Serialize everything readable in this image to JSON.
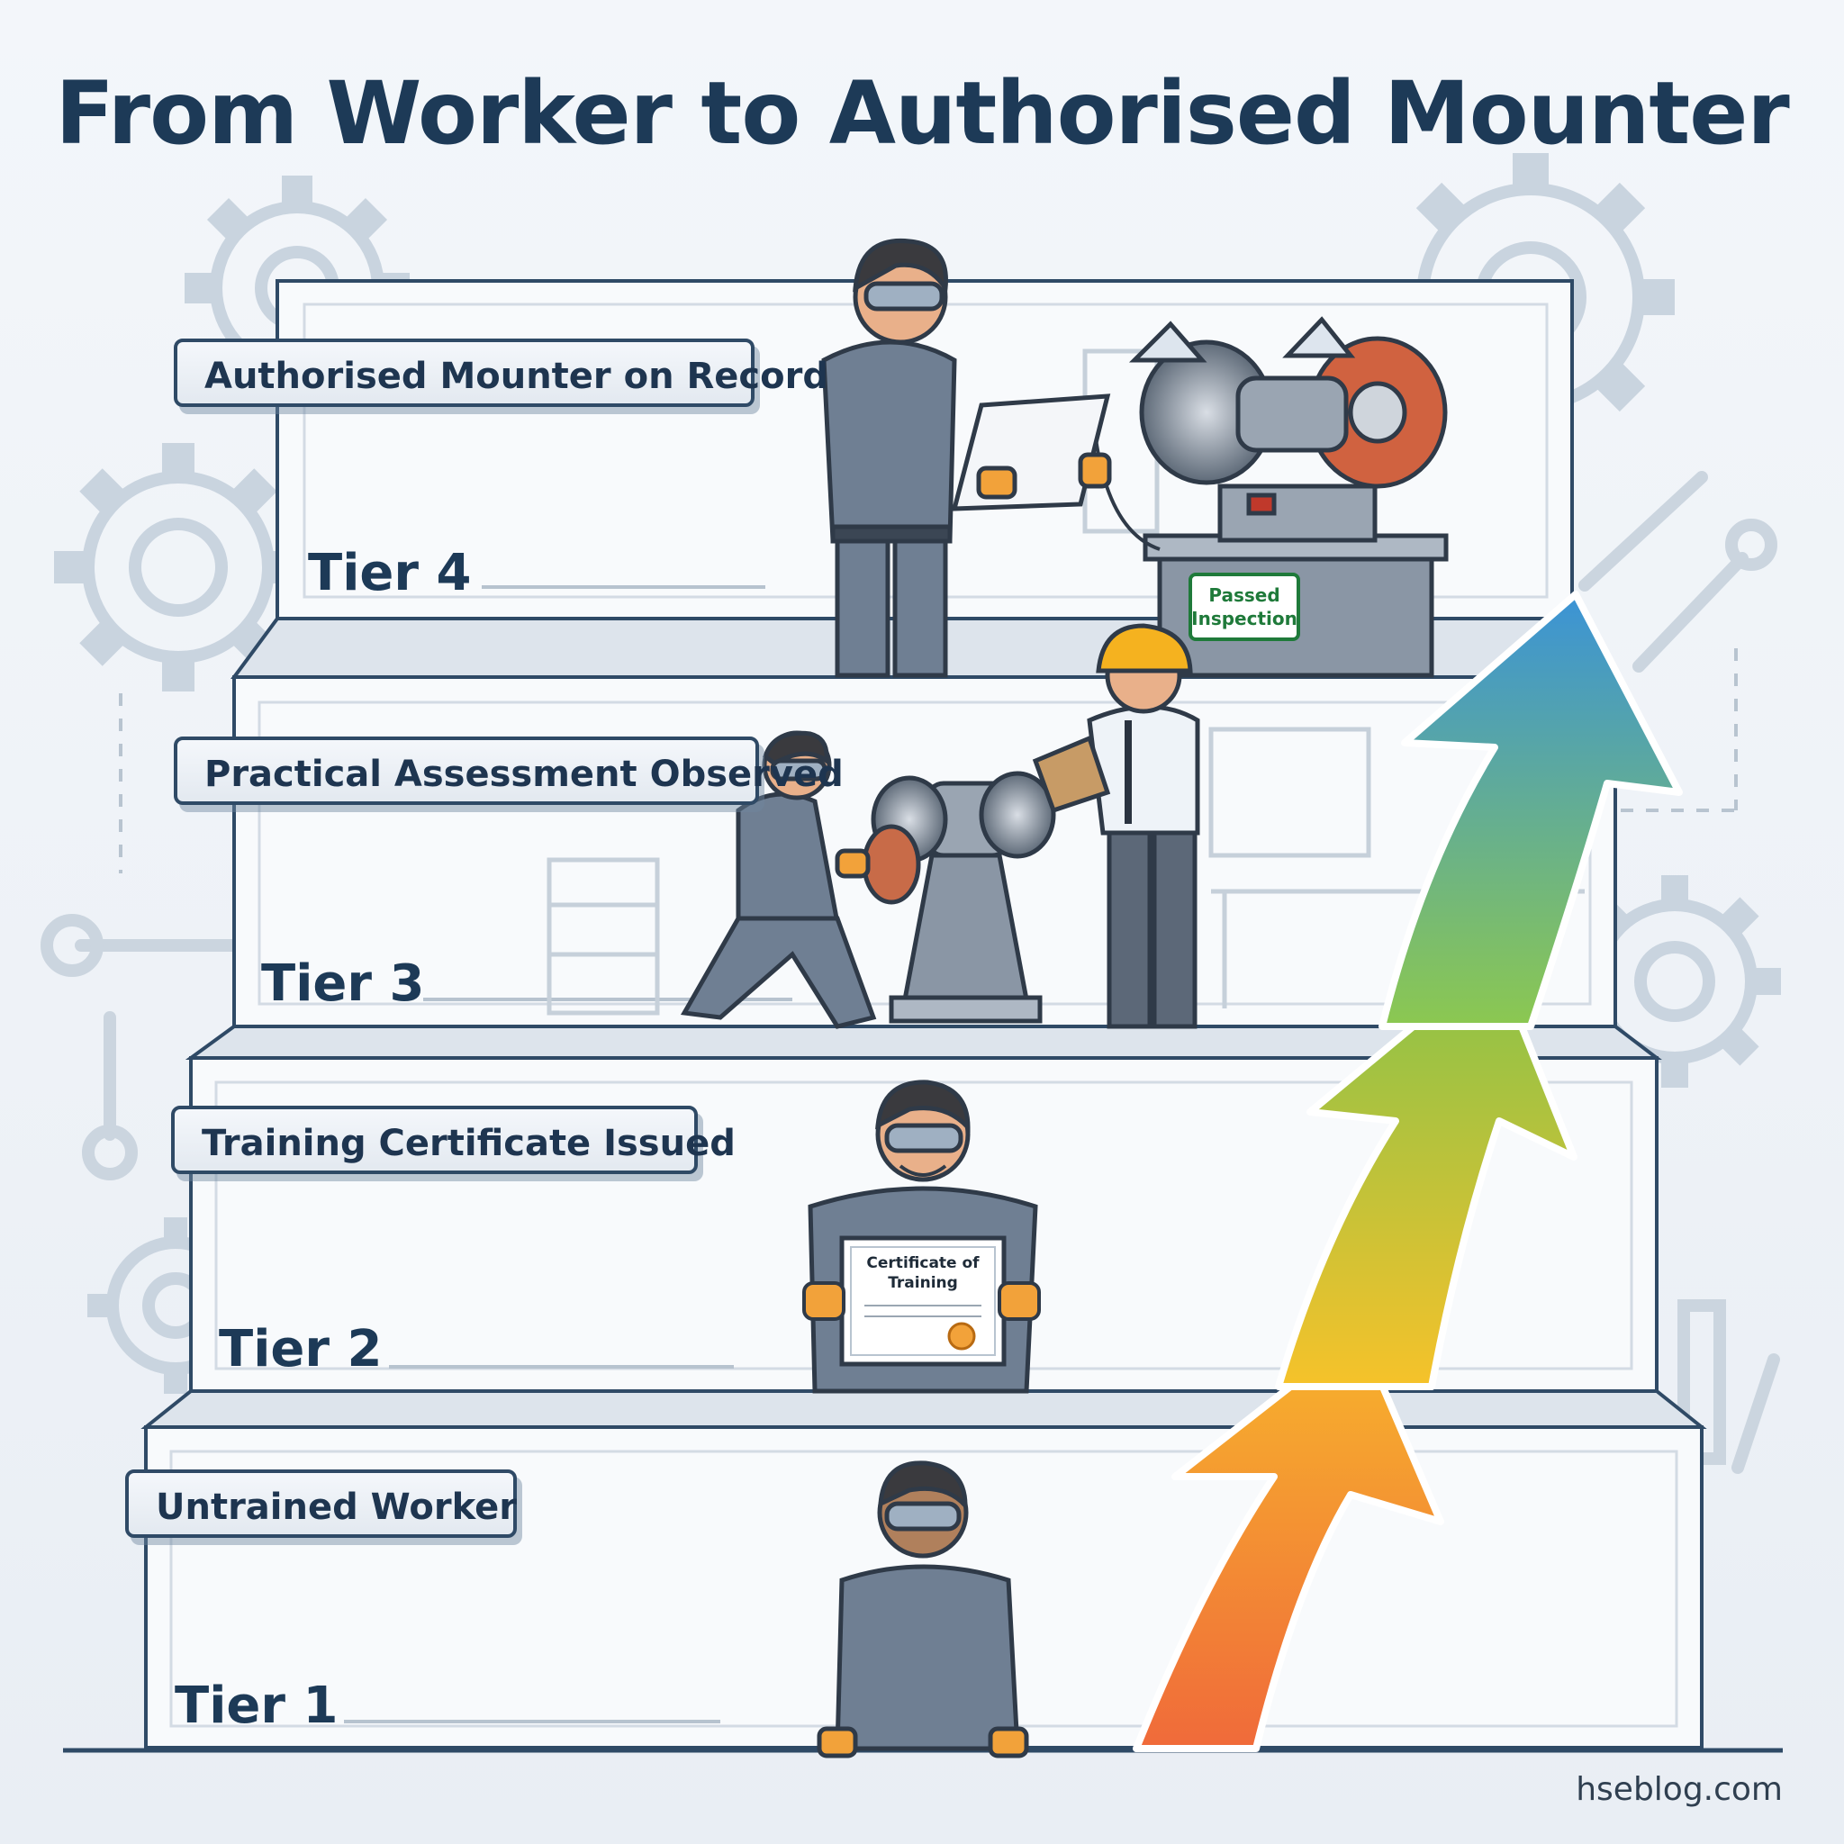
{
  "title": "From Worker to Authorised Mounter",
  "tiers": [
    {
      "tier": "Tier 4",
      "label": "Authorised Mounter on Record"
    },
    {
      "tier": "Tier 3",
      "label": "Practical Assessment Observed"
    },
    {
      "tier": "Tier 2",
      "label": "Training Certificate Issued"
    },
    {
      "tier": "Tier 1",
      "label": "Untrained Worker"
    }
  ],
  "inspection_tag": {
    "line1": "Passed",
    "line2": "Inspection"
  },
  "certificate": {
    "line1": "Certificate of",
    "line2": "Training"
  },
  "credit": "hseblog.com",
  "colors": {
    "navy": "#1d3a57",
    "step_fill": "#f8fafc",
    "step_stroke": "#2f4a66",
    "coverall": "#6f7f93",
    "glove": "#f2a23a",
    "tag_green": "#1f7a3a"
  }
}
